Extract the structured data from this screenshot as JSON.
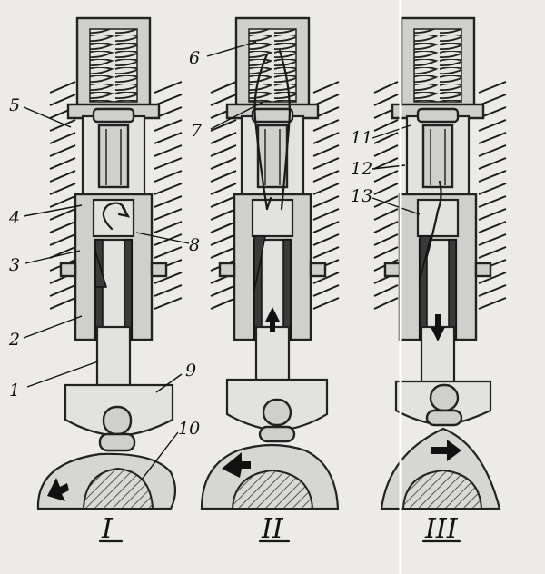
{
  "diagram": {
    "callouts": [
      {
        "id": "1",
        "text": "1"
      },
      {
        "id": "2",
        "text": "2"
      },
      {
        "id": "3",
        "text": "3"
      },
      {
        "id": "4",
        "text": "4"
      },
      {
        "id": "5",
        "text": "5"
      },
      {
        "id": "6",
        "text": "6"
      },
      {
        "id": "7",
        "text": "7"
      },
      {
        "id": "8",
        "text": "8"
      },
      {
        "id": "9",
        "text": "9"
      },
      {
        "id": "10",
        "text": "10"
      },
      {
        "id": "11",
        "text": "11"
      },
      {
        "id": "12",
        "text": "12"
      },
      {
        "id": "13",
        "text": "13"
      }
    ],
    "stages": [
      {
        "id": "I",
        "text": "I"
      },
      {
        "id": "II",
        "text": "II"
      },
      {
        "id": "III",
        "text": "III"
      }
    ]
  }
}
